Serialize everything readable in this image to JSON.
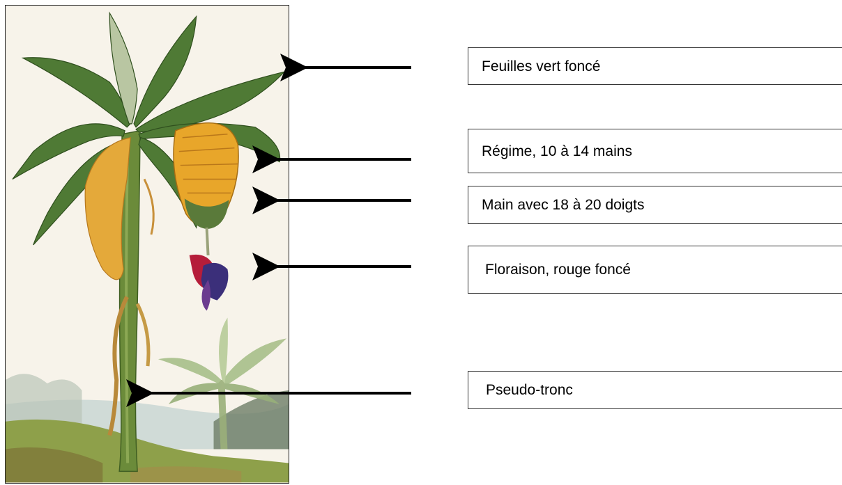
{
  "labels": [
    {
      "id": "leaves",
      "text": "Feuilles vert foncé"
    },
    {
      "id": "bunch",
      "text": "Régime, 10 à 14 mains"
    },
    {
      "id": "hand",
      "text": "Main avec 18 à 20 doigts"
    },
    {
      "id": "flowering",
      "text": "Floraison, rouge foncé"
    },
    {
      "id": "pseudostem",
      "text": "Pseudo-tronc"
    }
  ],
  "colors": {
    "leaf": "#4f7a35",
    "fruit": "#e8a62a",
    "flower_red": "#b51d3a",
    "flower_purple": "#3b2f7a",
    "trunk": "#6b8b3a"
  },
  "illustration": {
    "subject": "banana-plant-engraving"
  }
}
